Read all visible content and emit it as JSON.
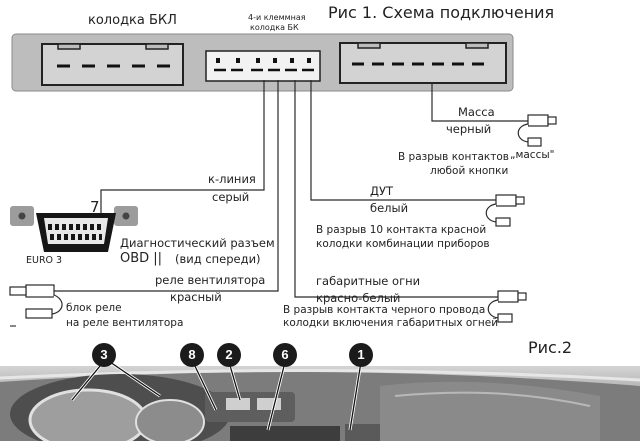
{
  "fig1": {
    "title": "Рис 1. Схема подключения",
    "bkl_label": "колодка БКЛ",
    "bk_label_line1": "4-и клеммная",
    "bk_label_line2": "колодка БК",
    "mass_label": "Масса",
    "mass_color": "черный",
    "mass_note_line1": "В разрыв контактов",
    "mass_note_quote": "„массы\"",
    "mass_note_line2": "любой кнопки",
    "kline_label": "к-линия",
    "kline_color": "серый",
    "pin_number": "7",
    "dut_label": "ДУТ",
    "dut_color": "белый",
    "dut_note_line1": "В разрыв 10 контакта красной",
    "dut_note_line2": "колодки комбинации приборов",
    "diag_label_line1": "Диагностический разъем",
    "diag_label_obd": "OBD ||",
    "diag_label_view": "(вид спереди)",
    "euro_label": "EURO 3",
    "fan_label": "реле вентилятора",
    "fan_color": "красный",
    "relay_label_line1": "блок реле",
    "relay_label_line2": "на реле вентилятора",
    "parking_label": "габаритные огни",
    "parking_color": "красно-белый",
    "parking_note_line1": "В разрыв контакта черного провода",
    "parking_note_line2": "колодки включения габаритных огней"
  },
  "fig2": {
    "title": "Рис.2",
    "badges": [
      "3",
      "8",
      "2",
      "6",
      "1"
    ]
  },
  "colors": {
    "line": "#2a2a2a",
    "block": "#bdbdbd",
    "badge": "#1b1b1b"
  }
}
